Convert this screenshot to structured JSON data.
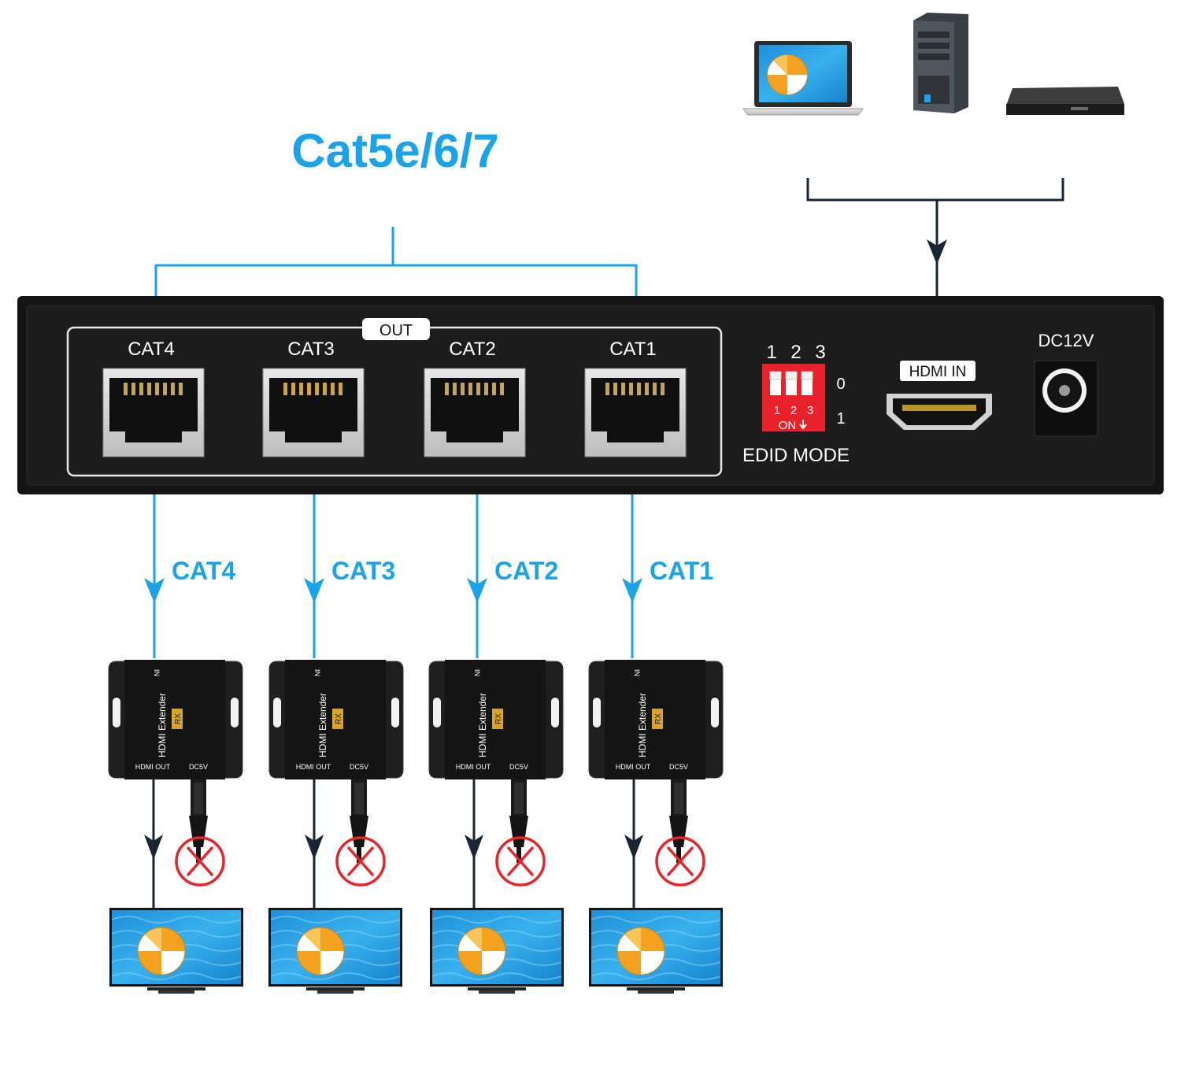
{
  "heading": "Cat5e/6/7",
  "colors": {
    "accent": "#1aa3e8",
    "device_body": "#141414",
    "line_dark": "#1a2433",
    "dip_red": "#e8212a",
    "forbid_red": "#e5252a",
    "screen_blue": "#2a9be0",
    "ball_orange": "#f4a21f"
  },
  "sources": [
    {
      "icon": "laptop-icon"
    },
    {
      "icon": "desktop-tower-icon"
    },
    {
      "icon": "dvd-player-icon"
    }
  ],
  "device": {
    "out_group_label": "OUT",
    "ports": [
      {
        "label": "CAT4"
      },
      {
        "label": "CAT3"
      },
      {
        "label": "CAT2"
      },
      {
        "label": "CAT1"
      }
    ],
    "dip_switch": {
      "numbers": [
        "1",
        "2",
        "3"
      ],
      "inner_numbers": [
        "1",
        "2",
        "3"
      ],
      "on_label": "ON",
      "state_0": "0",
      "state_1": "1",
      "mode_label": "EDID MODE"
    },
    "hdmi_in_label": "HDMI IN",
    "power_label": "DC12V"
  },
  "outputs": [
    {
      "cable_label": "CAT4"
    },
    {
      "cable_label": "CAT3"
    },
    {
      "cable_label": "CAT2"
    },
    {
      "cable_label": "CAT1"
    }
  ],
  "receiver": {
    "title": "HDMI Extender",
    "badge": "RX",
    "top_port": "IN",
    "hdmi_out_label": "HDMI OUT",
    "power_label": "DC5V"
  }
}
